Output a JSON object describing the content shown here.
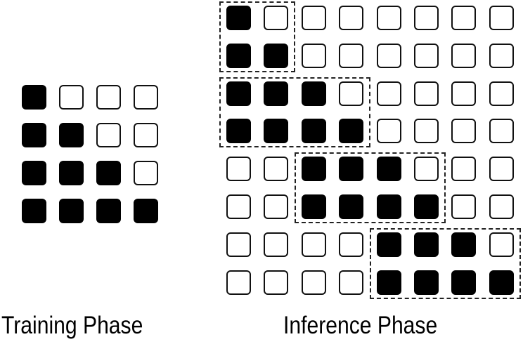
{
  "training": {
    "label": "Training Phase",
    "rows": 4,
    "cols": 4,
    "mask": [
      [
        1,
        0,
        0,
        0
      ],
      [
        1,
        1,
        0,
        0
      ],
      [
        1,
        1,
        1,
        0
      ],
      [
        1,
        1,
        1,
        1
      ]
    ]
  },
  "inference": {
    "label": "Inference Phase",
    "rows": 8,
    "cols": 8,
    "mask": [
      [
        1,
        0,
        0,
        0,
        0,
        0,
        0,
        0
      ],
      [
        1,
        1,
        0,
        0,
        0,
        0,
        0,
        0
      ],
      [
        1,
        1,
        1,
        0,
        0,
        0,
        0,
        0
      ],
      [
        1,
        1,
        1,
        1,
        0,
        0,
        0,
        0
      ],
      [
        0,
        0,
        1,
        1,
        1,
        0,
        0,
        0
      ],
      [
        0,
        0,
        1,
        1,
        1,
        1,
        0,
        0
      ],
      [
        0,
        0,
        0,
        0,
        1,
        1,
        1,
        0
      ],
      [
        0,
        0,
        0,
        0,
        1,
        1,
        1,
        1
      ]
    ],
    "groups": [
      {
        "row_start": 0,
        "row_end": 1,
        "col_start": 0,
        "col_end": 1
      },
      {
        "row_start": 2,
        "row_end": 3,
        "col_start": 0,
        "col_end": 3
      },
      {
        "row_start": 4,
        "row_end": 5,
        "col_start": 2,
        "col_end": 5
      },
      {
        "row_start": 6,
        "row_end": 7,
        "col_start": 4,
        "col_end": 7
      }
    ]
  },
  "colors": {
    "filled": "#000000",
    "empty": "#ffffff",
    "border": "#111111"
  }
}
